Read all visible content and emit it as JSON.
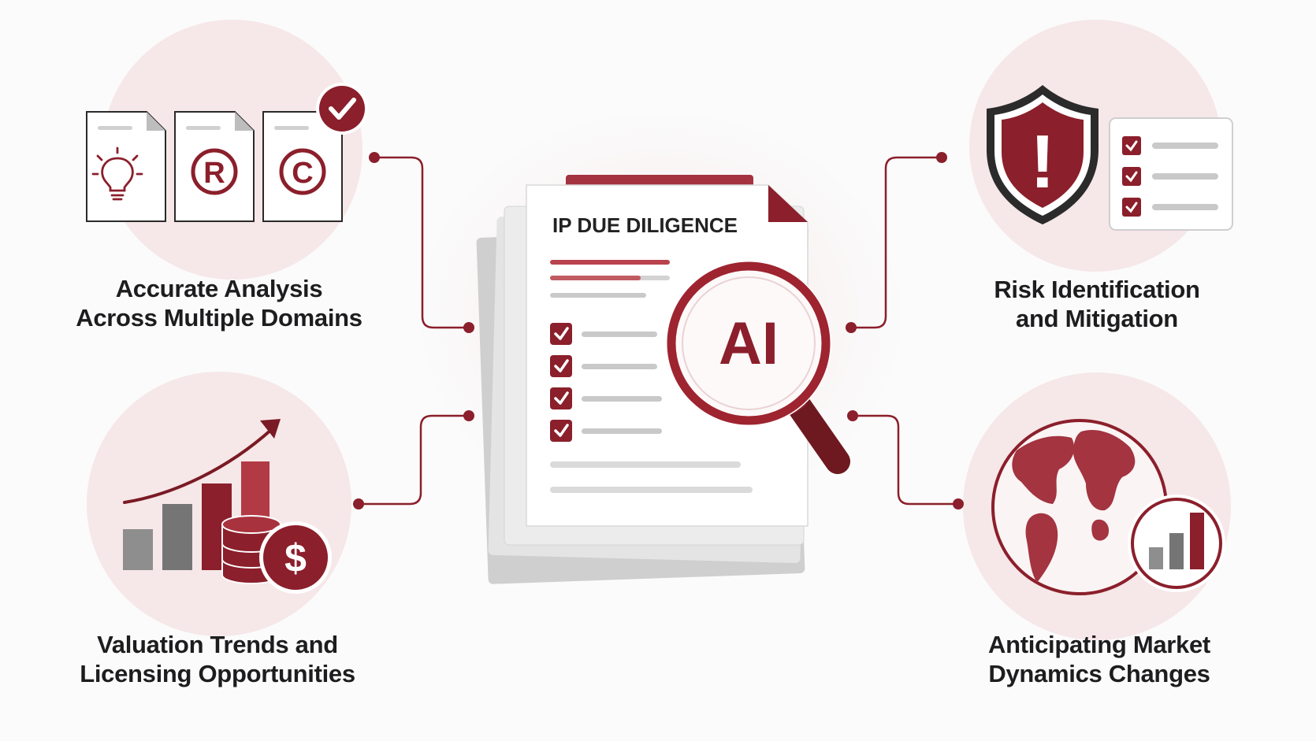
{
  "document": {
    "title": "IP DUE DILIGENCE",
    "badge": "AI"
  },
  "features": {
    "top_left": {
      "line1": "Accurate Analysis",
      "line2": "Across Multiple Domains"
    },
    "top_right": {
      "line1": "Risk Identification",
      "line2": "and Mitigation"
    },
    "bottom_left": {
      "line1": "Valuation Trends and",
      "line2": "Licensing Opportunities"
    },
    "bottom_right": {
      "line1": "Anticipating Market",
      "line2": "Dynamics Changes"
    }
  },
  "symbols": {
    "registered": "R",
    "copyright": "C",
    "dollar": "$",
    "alert": "!"
  },
  "icons": [
    "lightbulb-icon",
    "checkmark-icon",
    "shield-alert-icon",
    "bar-chart-icon",
    "trend-arrow-icon",
    "coins-icon",
    "globe-icon",
    "magnifier-icon"
  ],
  "colors": {
    "accent": "#8b1f2b",
    "accent_light": "#b8434d",
    "circle_bg": "#f6e7e8",
    "gray": "#8c8c8c",
    "light_gray": "#d3d3d3",
    "text": "#1d1d1f"
  }
}
